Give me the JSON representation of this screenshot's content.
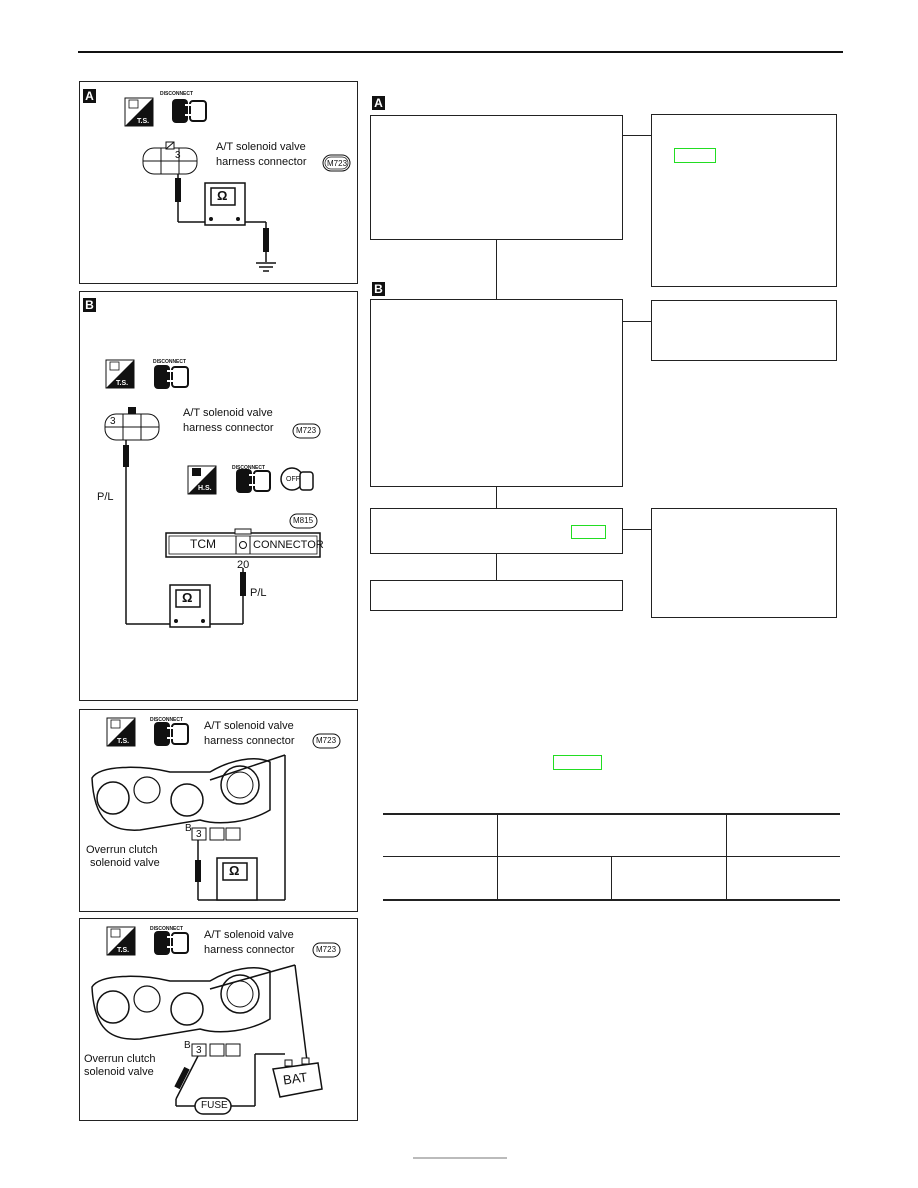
{
  "panel_a": {
    "tag": "A",
    "connector_label_line1": "A/T solenoid valve",
    "connector_label_line2": "harness connector",
    "connector_code": "M723",
    "terminal": "3",
    "meter_symbol": "Ω"
  },
  "panel_b": {
    "tag": "B",
    "disconnect_label": "DISCONNECT",
    "ts_label": "T.S.",
    "hs_label": "H.S.",
    "ignition_label": "OFF",
    "connector_label_line1": "A/T solenoid valve",
    "connector_label_line2": "harness connector",
    "connector_code": "M723",
    "terminal": "3",
    "wire_left": "P/L",
    "wire_right": "P/L",
    "tcm_code": "M815",
    "tcm_label": "TCM",
    "tcm_connector_label": "CONNECTOR",
    "tcm_terminal": "20",
    "meter_symbol": "Ω"
  },
  "panel_c": {
    "disconnect_label": "DISCONNECT",
    "ts_label": "T.S.",
    "connector_label_line1": "A/T solenoid valve",
    "connector_label_line2": "harness connector",
    "connector_code": "M723",
    "wire_label": "B",
    "terminal": "3",
    "valve_label_line1": "Overrun clutch",
    "valve_label_line2": "solenoid valve",
    "meter_symbol": "Ω"
  },
  "panel_d": {
    "disconnect_label": "DISCONNECT",
    "ts_label": "T.S.",
    "connector_label_line1": "A/T solenoid valve",
    "connector_label_line2": "harness connector",
    "connector_code": "M723",
    "wire_label": "B",
    "terminal": "3",
    "valve_label_line1": "Overrun clutch",
    "valve_label_line2": "solenoid valve",
    "fuse_label": "FUSE",
    "battery_label": "BAT"
  },
  "flowchart": {
    "tag_a": "A",
    "tag_b": "B"
  },
  "colors": {
    "ink": "#111111",
    "highlight": "#22dd22"
  }
}
